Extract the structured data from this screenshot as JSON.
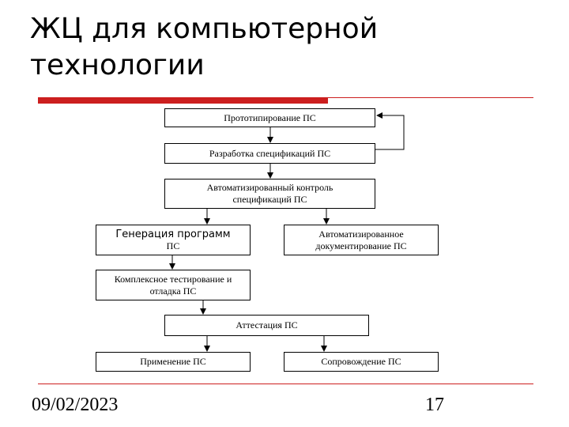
{
  "slide": {
    "title": "ЖЦ для компьютерной технологии",
    "date": "09/02/2023",
    "page_number": "17"
  },
  "colors": {
    "accent": "#cc1f1f",
    "line": "#000000"
  },
  "diagram": {
    "boxes": {
      "prototyping": {
        "text": "Прототипирование ПС"
      },
      "spec_dev": {
        "text": "Разработка спецификаций ПС"
      },
      "auto_control": {
        "line1": "Автоматизированный контроль",
        "line2": "спецификаций ПС"
      },
      "code_gen": {
        "line1": "Генерация программ",
        "line2": "ПС"
      },
      "auto_docs": {
        "line1": "Автоматизированное",
        "line2": "документирование ПС"
      },
      "testing": {
        "line1": "Комплексное тестирование и",
        "line2": "отладка ПС"
      },
      "attestation": {
        "text": "Аттестация ПС"
      },
      "usage": {
        "text": "Применение ПС"
      },
      "maintenance": {
        "text": "Сопровождение ПС"
      }
    }
  }
}
